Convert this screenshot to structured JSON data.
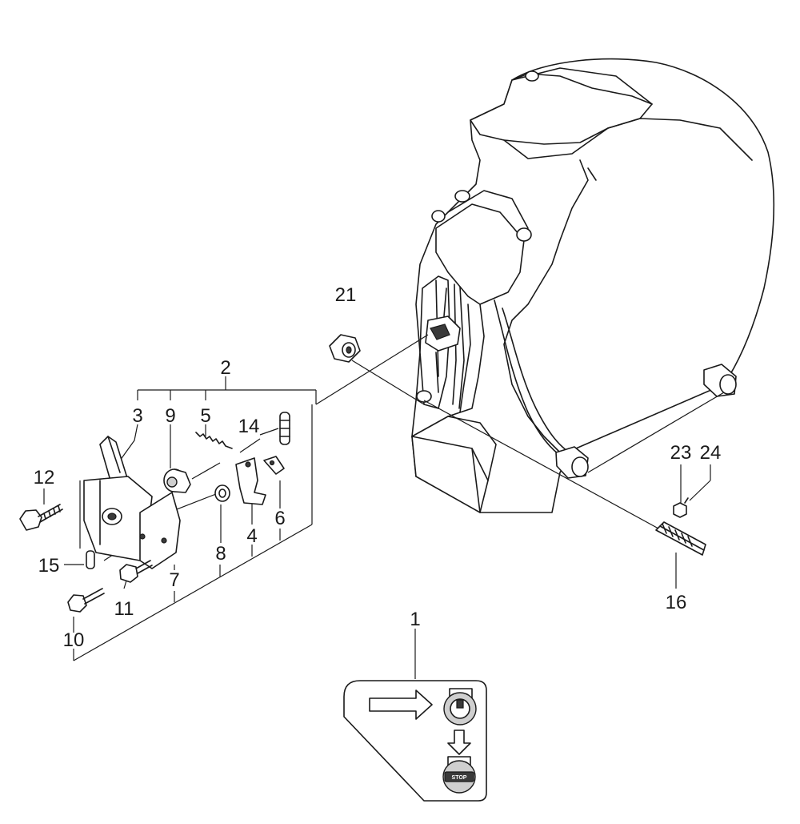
{
  "callouts": {
    "c1": "1",
    "c2": "2",
    "c3": "3",
    "c4": "4",
    "c5": "5",
    "c6": "6",
    "c7": "7",
    "c8": "8",
    "c9": "9",
    "c10": "10",
    "c11": "11",
    "c12": "12",
    "c14": "14",
    "c15": "15",
    "c16": "16",
    "c21": "21",
    "c23": "23",
    "c24": "24"
  },
  "decal": {
    "stop_text": "STOP"
  }
}
